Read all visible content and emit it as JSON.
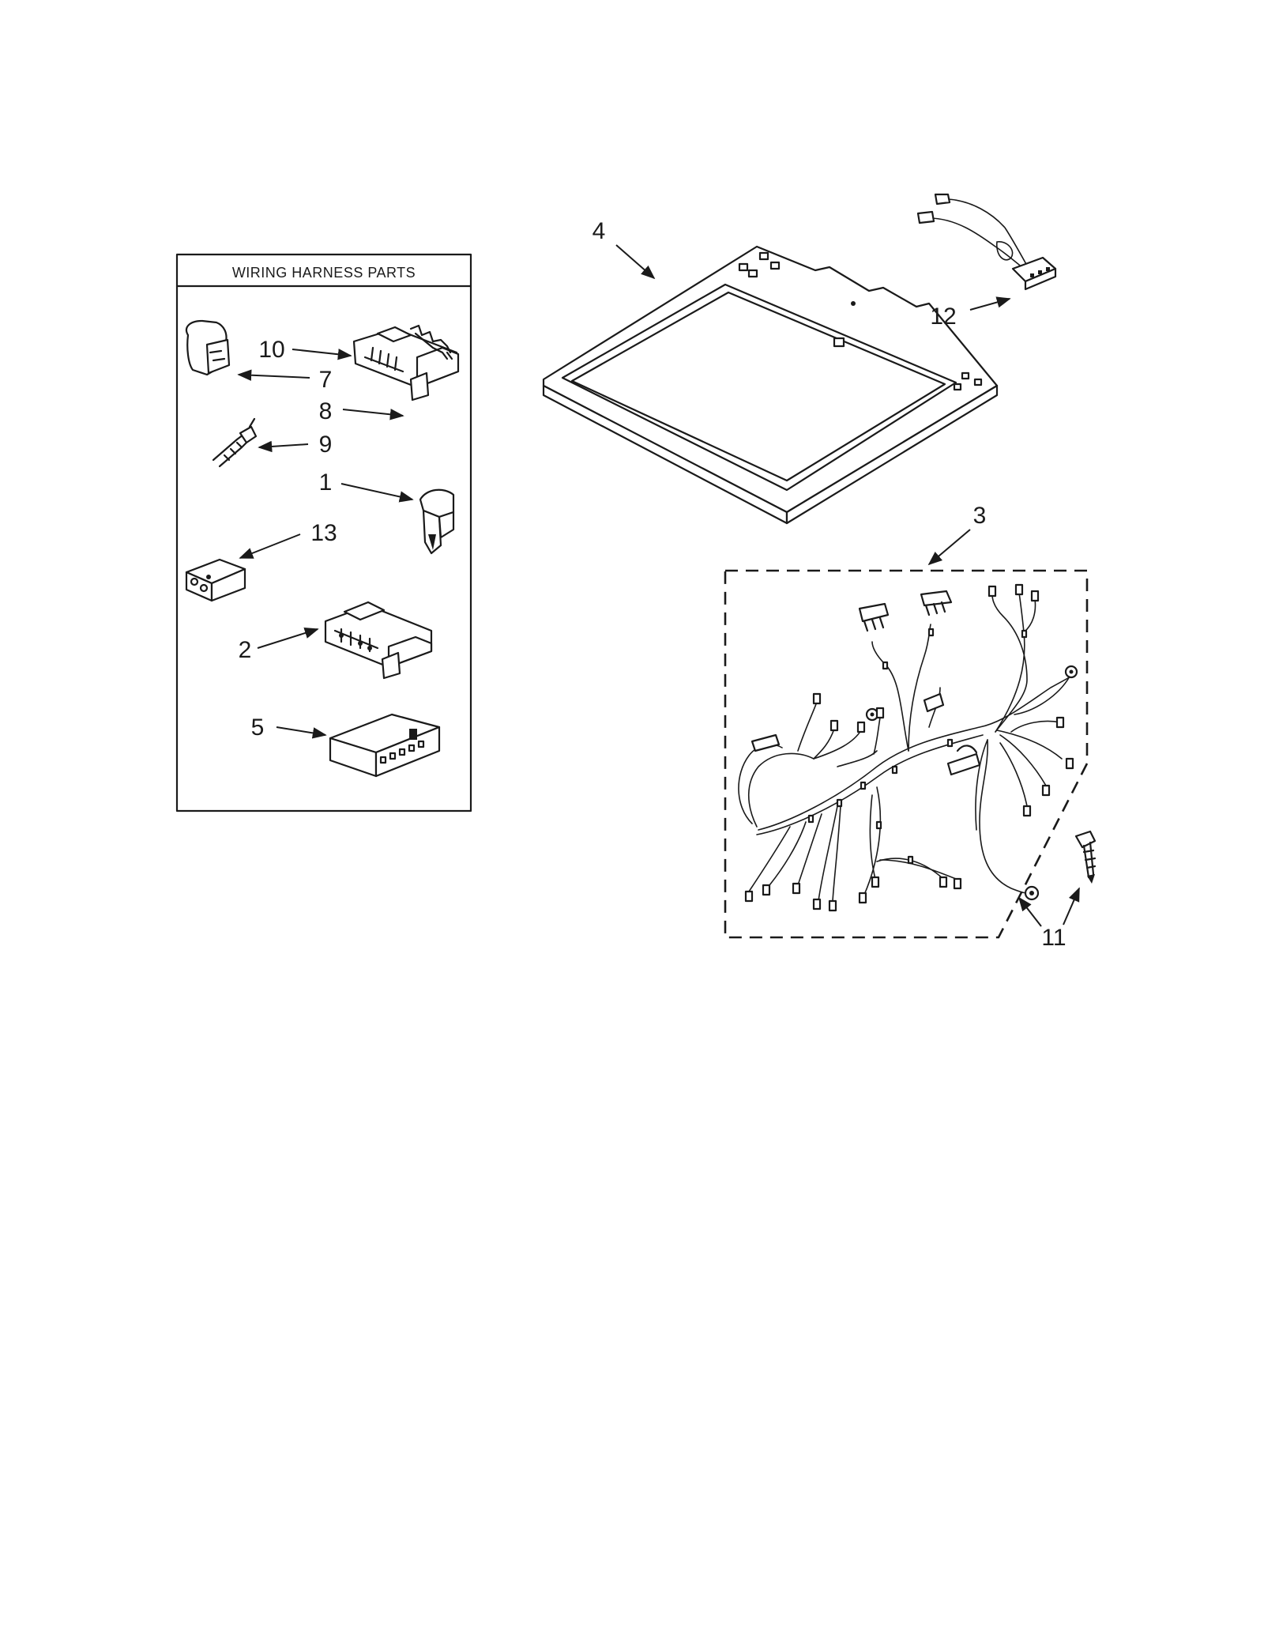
{
  "panel": {
    "title": "WIRING HARNESS PARTS"
  },
  "callouts": {
    "p1": "1",
    "p2": "2",
    "p3": "3",
    "p4": "4",
    "p5": "5",
    "p7": "7",
    "p8": "8",
    "p9": "9",
    "p10": "10",
    "p11": "11",
    "p12": "12",
    "p13": "13"
  }
}
